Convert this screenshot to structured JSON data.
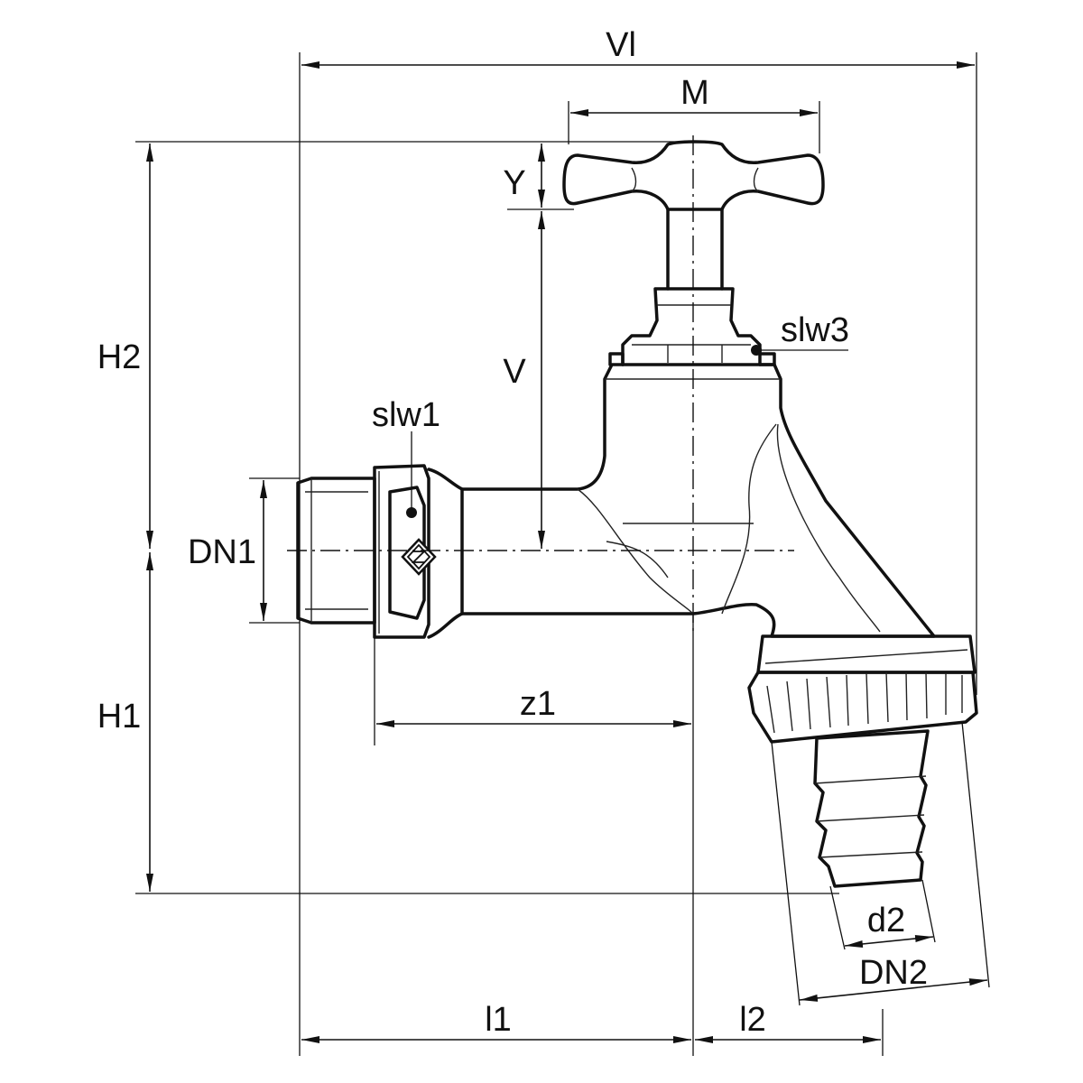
{
  "diagram": {
    "labels": {
      "vl": "Vl",
      "m": "M",
      "y": "Y",
      "v": "V",
      "h2": "H2",
      "h1": "H1",
      "dn1": "DN1",
      "dn2": "DN2",
      "d2": "d2",
      "z1": "z1",
      "l1": "l1",
      "l2": "l2",
      "slw1": "slw1",
      "slw3": "slw3"
    }
  }
}
